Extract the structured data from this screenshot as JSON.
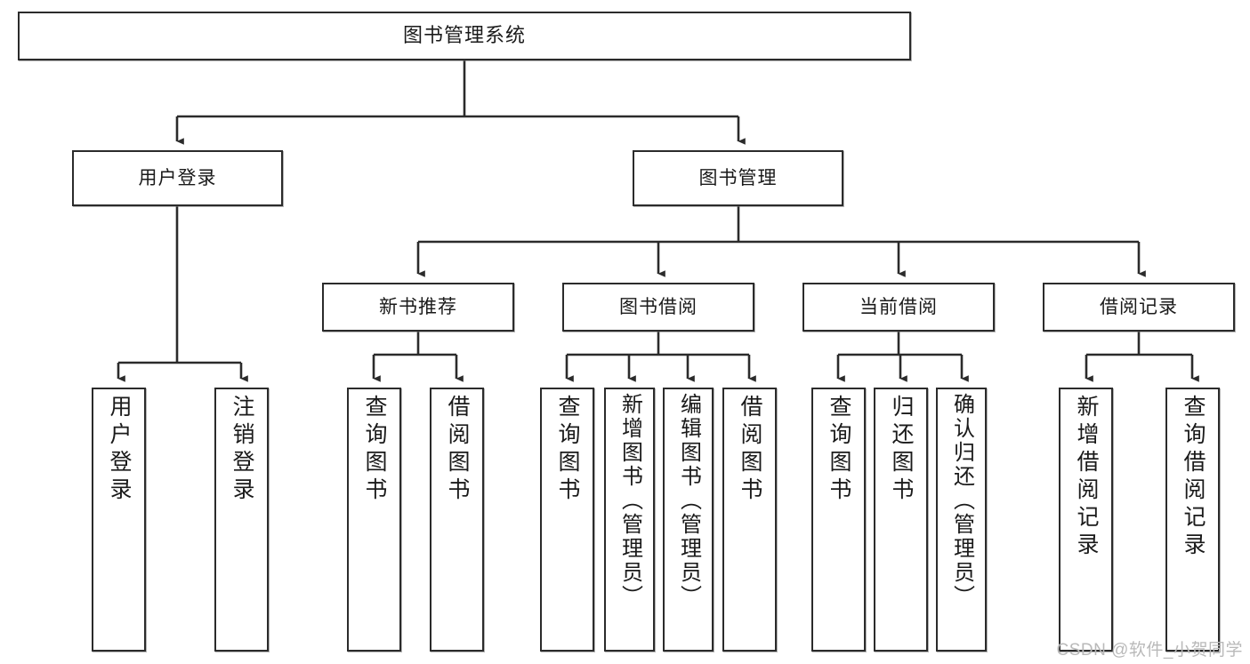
{
  "diagram": {
    "title": "图书管理系统",
    "root": {
      "label": "图书管理系统"
    },
    "level2": [
      {
        "label": "用户登录"
      },
      {
        "label": "图书管理"
      }
    ],
    "level3": [
      {
        "label": "新书推荐"
      },
      {
        "label": "图书借阅"
      },
      {
        "label": "当前借阅"
      },
      {
        "label": "借阅记录"
      }
    ],
    "leaves": [
      {
        "label": "用户登录",
        "parent": "用户登录"
      },
      {
        "label": "注销登录",
        "parent": "用户登录"
      },
      {
        "label": "查询图书",
        "parent": "新书推荐"
      },
      {
        "label": "借阅图书",
        "parent": "新书推荐"
      },
      {
        "label": "查询图书",
        "parent": "图书借阅"
      },
      {
        "label": "新增图书（管理员）",
        "parent": "图书借阅"
      },
      {
        "label": "编辑图书（管理员）",
        "parent": "图书借阅"
      },
      {
        "label": "借阅图书",
        "parent": "图书借阅"
      },
      {
        "label": "查询图书",
        "parent": "当前借阅"
      },
      {
        "label": "归还图书",
        "parent": "当前借阅"
      },
      {
        "label": "确认归还（管理员）",
        "parent": "当前借阅"
      },
      {
        "label": "新增借阅记录",
        "parent": "借阅记录"
      },
      {
        "label": "查询借阅记录",
        "parent": "借阅记录"
      }
    ],
    "colors": {
      "box_border": "#2b2b2b",
      "box_fill": "#ffffff",
      "connector": "#2b2b2b",
      "text": "#1a1a1a",
      "watermark": "#b9b9b9",
      "page_background": "#ffffff"
    }
  },
  "watermark": {
    "text": "CSDN @软件_小贺同学"
  }
}
